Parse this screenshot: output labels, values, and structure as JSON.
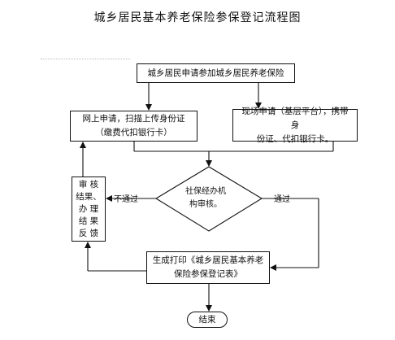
{
  "title": "城乡居民基本养老保险参保登记流程图",
  "nodes": {
    "start": "城乡居民申请参加城乡居民养老保险",
    "online_line1": "网上申请，扫描上传身份证",
    "online_line2": "（缴费代扣银行卡）",
    "onsite_line1": "现场申请（基层平台），携带身",
    "onsite_line2": "份证、代扣银行卡。",
    "review_line1": "社保经办机",
    "review_line2": "构审核。",
    "result_line1": "审 核",
    "result_line2": "结果、",
    "result_line3": "办 理",
    "result_line4": "结 果",
    "result_line5": "反 馈",
    "print_line1": "生成打印《城乡居民基本养老",
    "print_line2": "保险参保登记表》",
    "end": "结束"
  },
  "edges": {
    "not_passed": "不通过",
    "passed": "通过"
  }
}
